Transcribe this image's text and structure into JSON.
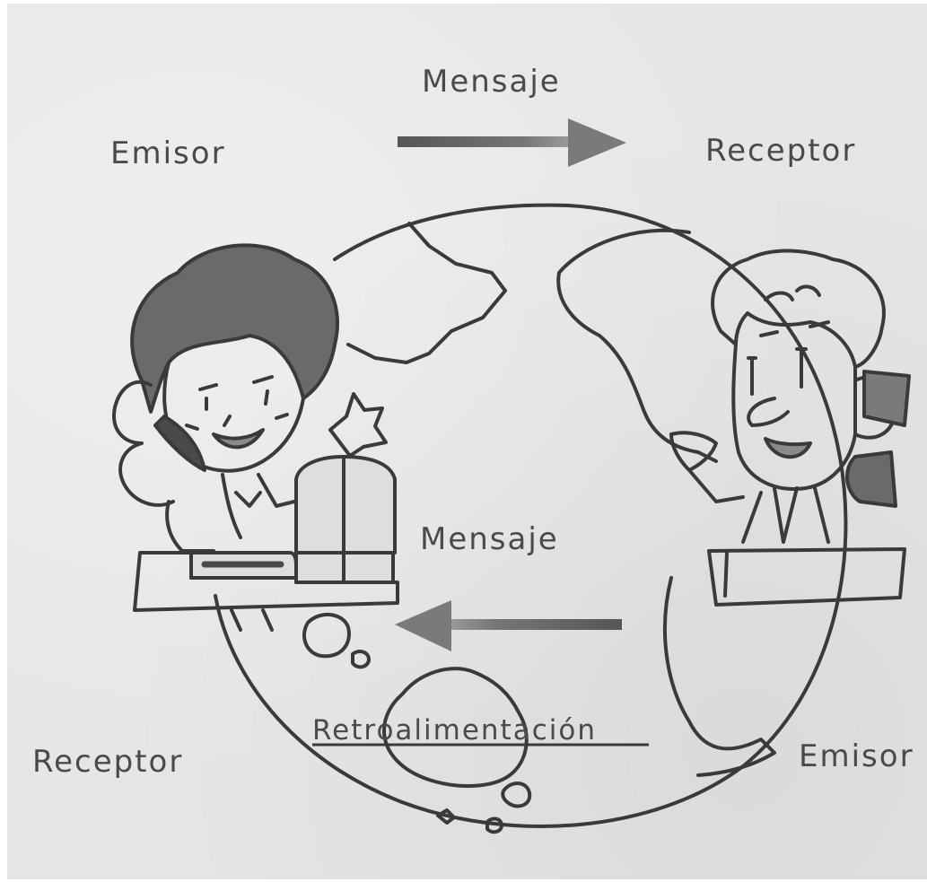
{
  "labels": {
    "top_message": "Mensaje",
    "top_sender": "Emisor",
    "top_receiver": "Receptor",
    "middle_message": "Mensaje",
    "bottom_receiver": "Receptor",
    "bottom_sender": "Emisor",
    "feedback": "Retroalimentación"
  },
  "colors": {
    "ink": "#3a3a3a",
    "paper": "#e6e6e6",
    "arrow": "#707070"
  }
}
